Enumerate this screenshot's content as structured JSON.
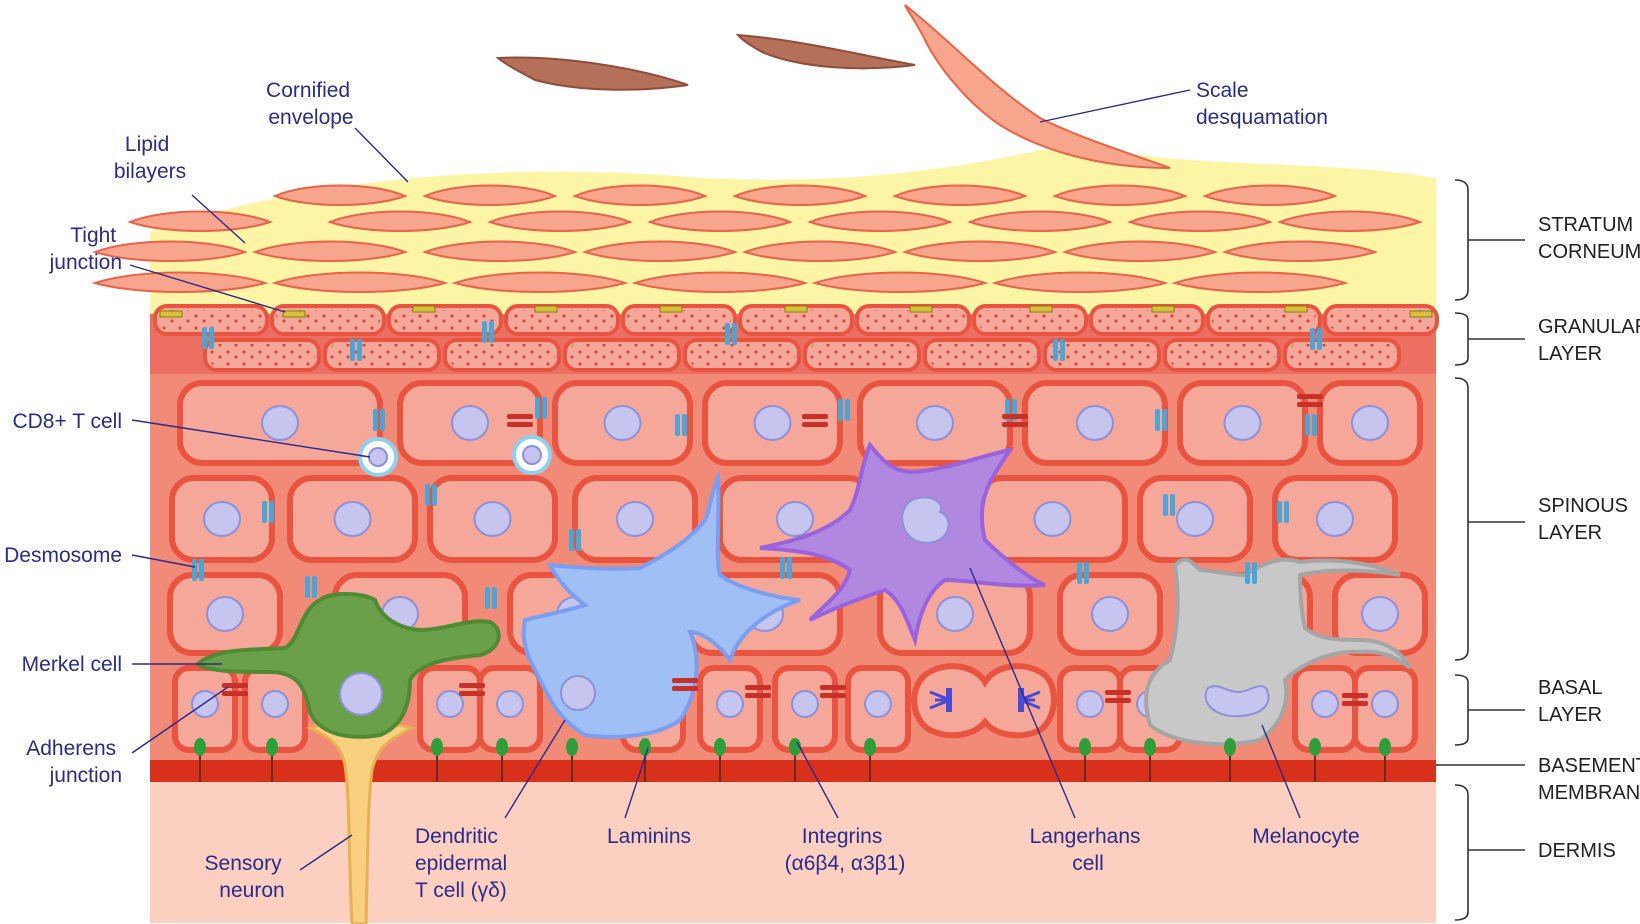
{
  "labels": {
    "cornified_envelope": [
      "Cornified",
      "envelope"
    ],
    "lipid_bilayers": [
      "Lipid",
      "bilayers"
    ],
    "tight_junction": [
      "Tight",
      "junction"
    ],
    "cd8_t_cell": "CD8+ T cell",
    "desmosome": "Desmosome",
    "merkel_cell": "Merkel cell",
    "adherens_junction": [
      "Adherens",
      "junction"
    ],
    "sensory_neuron": [
      "Sensory",
      "neuron"
    ],
    "dendritic_epidermal_t_cell": [
      "Dendritic",
      "epidermal",
      "T cell (γδ)"
    ],
    "laminins": "Laminins",
    "integrins": [
      "Integrins",
      "(α6β4, α3β1)"
    ],
    "langerhans_cell": [
      "Langerhans",
      "cell"
    ],
    "melanocyte": "Melanocyte",
    "scale_desquamation": [
      "Scale",
      "desquamation"
    ]
  },
  "layers": {
    "stratum_corneum": [
      "STRATUM",
      "CORNEUM"
    ],
    "granular_layer": [
      "GRANULAR",
      "LAYER"
    ],
    "spinous_layer": [
      "SPINOUS",
      "LAYER"
    ],
    "basal_layer": [
      "BASAL",
      "LAYER"
    ],
    "basement_membrane": [
      "BASEMENT",
      "MEMBRANE"
    ],
    "dermis": "DERMIS"
  },
  "colors": {
    "dermis": "#fbd0c0",
    "stratum_corneum": "#fdf5a6",
    "epidermis": "#f28a78",
    "cell_fill": "#f5a89a",
    "cell_border": "#e8543f",
    "basement_membrane": "#d9301c",
    "nucleus": "#c5c5ef",
    "langerhans": "#b088e0",
    "dendritic_t_cell": "#9fbff5",
    "melanocyte": "#c8c8c8",
    "merkel_cell": "#6aa04a",
    "sensory_neuron": "#f8d080",
    "desmosome": "#4aa6d6",
    "adherens": "#c8302a",
    "tight_junction": "#d6c23a",
    "integrin": "#2e9e3a",
    "label_text": "#2b2b8c"
  }
}
